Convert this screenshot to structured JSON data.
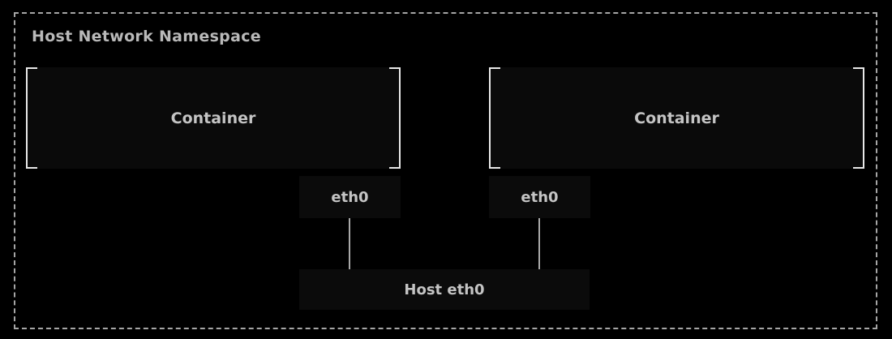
{
  "diagram": {
    "namespace_label": "Host Network Namespace",
    "containers": [
      {
        "label": "Container"
      },
      {
        "label": "Container"
      }
    ],
    "container_interfaces": [
      {
        "label": "eth0"
      },
      {
        "label": "eth0"
      }
    ],
    "host_interface": {
      "label": "Host eth0"
    },
    "colors": {
      "background": "#000000",
      "dashed_border": "#a6a6a6",
      "bracket": "#e8e8e8",
      "text": "#c4c4c4",
      "container_fill": "#0a0a0a",
      "node_fill": "#0b0b0b",
      "connector": "#a8a8a8"
    }
  }
}
